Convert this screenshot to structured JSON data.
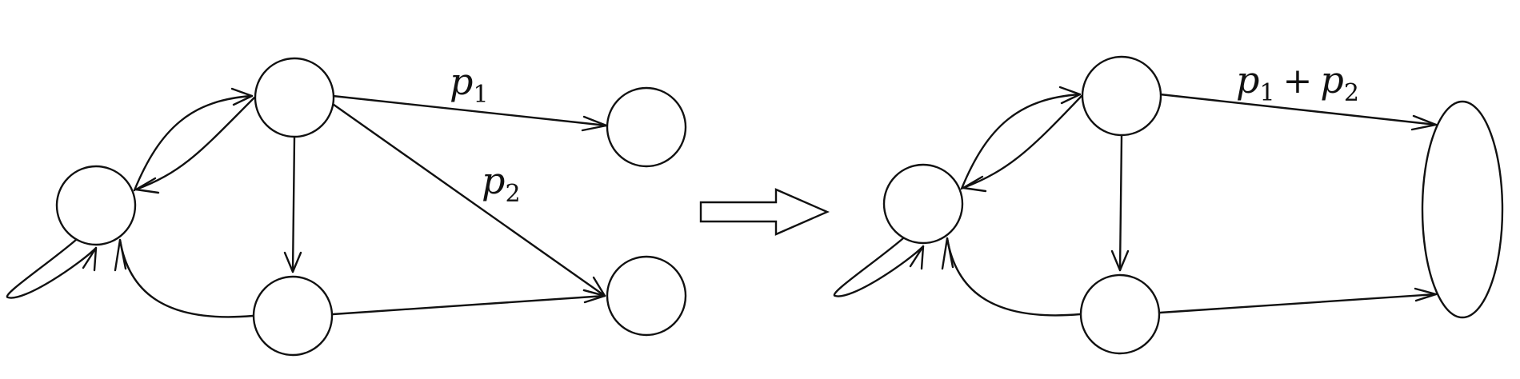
{
  "diagram": {
    "left_graph": {
      "edge_labels": {
        "top_edge": {
          "symbol": "p",
          "subscript": "1"
        },
        "diagonal_edge": {
          "symbol": "p",
          "subscript": "2"
        }
      }
    },
    "right_graph": {
      "edge_labels": {
        "merged_edge": {
          "term1_symbol": "p",
          "term1_subscript": "1",
          "operator": "+",
          "term2_symbol": "p",
          "term2_subscript": "2"
        }
      }
    },
    "transform_arrow": "⇒"
  }
}
